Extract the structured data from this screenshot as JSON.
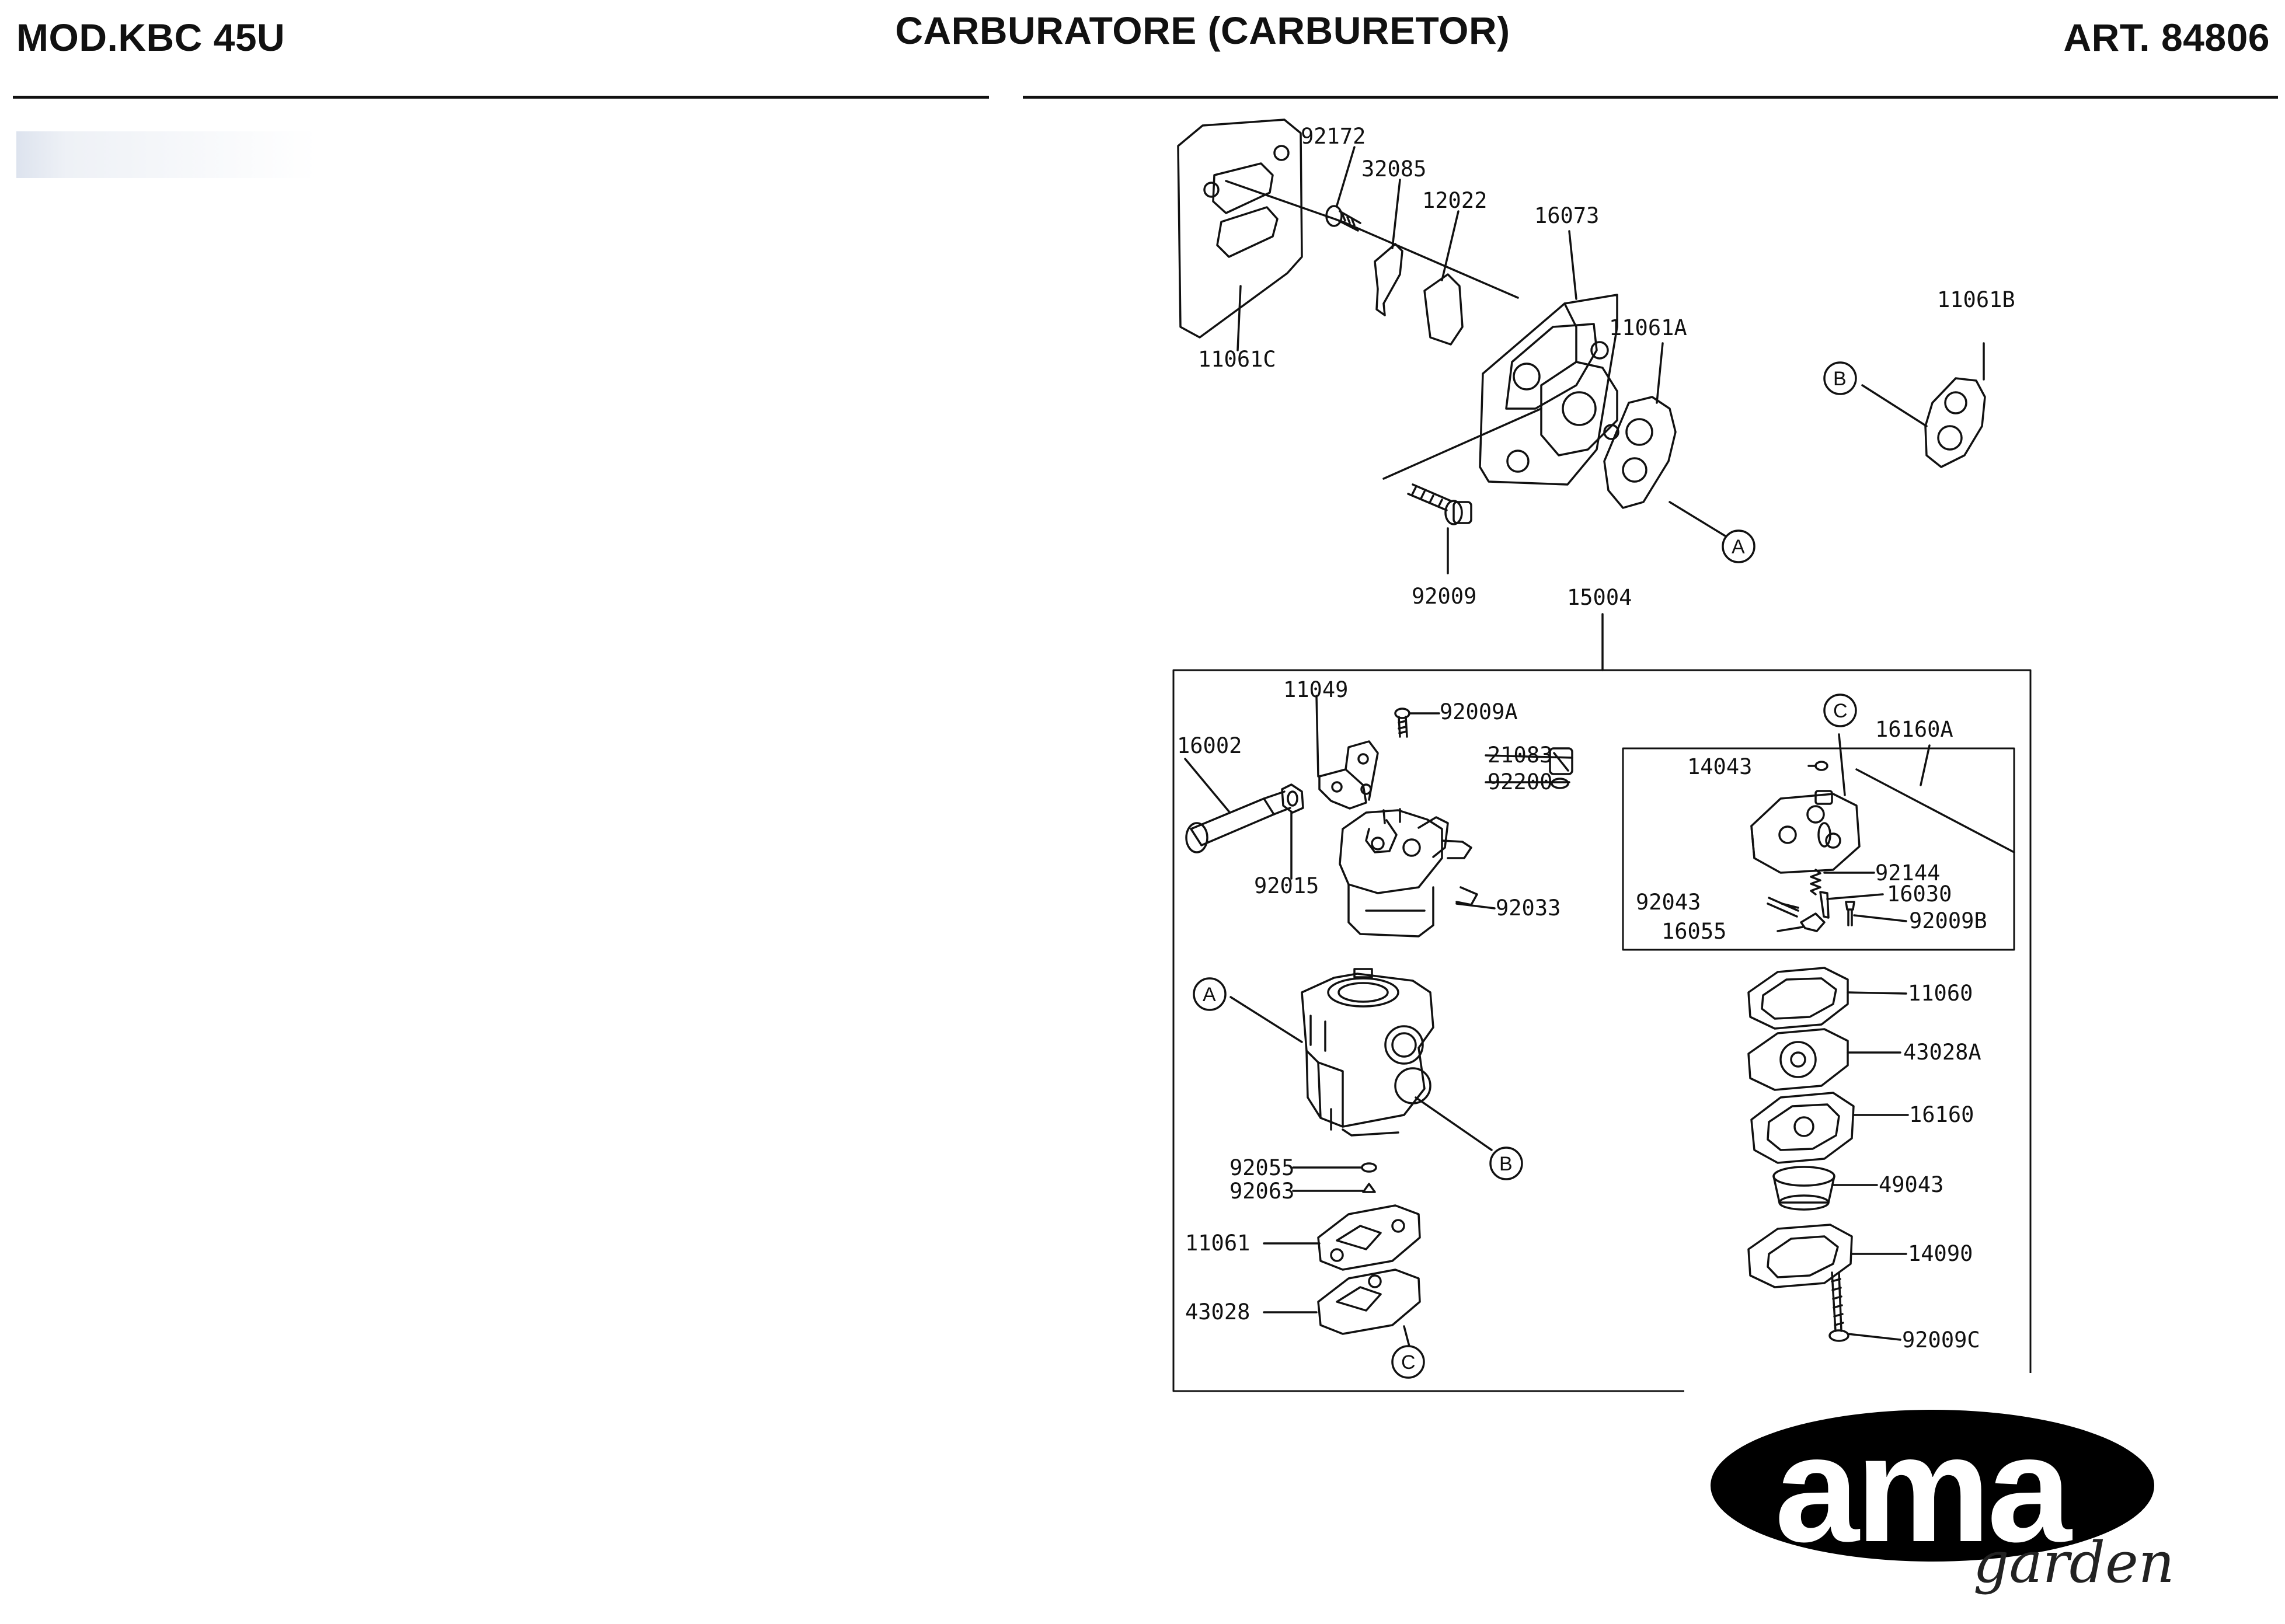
{
  "header": {
    "model": "MOD.KBC 45U",
    "title": "CARBURATORE (CARBURETOR)",
    "article": "ART. 84806"
  },
  "parts": {
    "p92172": "92172",
    "p32085": "32085",
    "p12022": "12022",
    "p16073": "16073",
    "p11061A": "11061A",
    "p11061C": "11061C",
    "p11061B": "11061B",
    "p92009": "92009",
    "p15004": "15004",
    "p11049": "11049",
    "p92009A": "92009A",
    "p16002": "16002",
    "p21083": "21083",
    "p92200": "92200",
    "p92015": "92015",
    "p92033": "92033",
    "p92055": "92055",
    "p92063": "92063",
    "p11061": "11061",
    "p43028": "43028",
    "p16160A": "16160A",
    "p14043": "14043",
    "p92144": "92144",
    "p16030": "16030",
    "p92043": "92043",
    "p92009B": "92009B",
    "p16055": "16055",
    "p11060": "11060",
    "p43028A": "43028A",
    "p16160": "16160",
    "p49043": "49043",
    "p14090": "14090",
    "p92009C": "92009C"
  },
  "markers": {
    "a": "A",
    "b": "B",
    "c": "C"
  },
  "logo": {
    "word": "ama",
    "sub": "garden"
  },
  "colors": {
    "ink": "#111111",
    "background": "#ffffff",
    "logo_fill": "#000000"
  }
}
